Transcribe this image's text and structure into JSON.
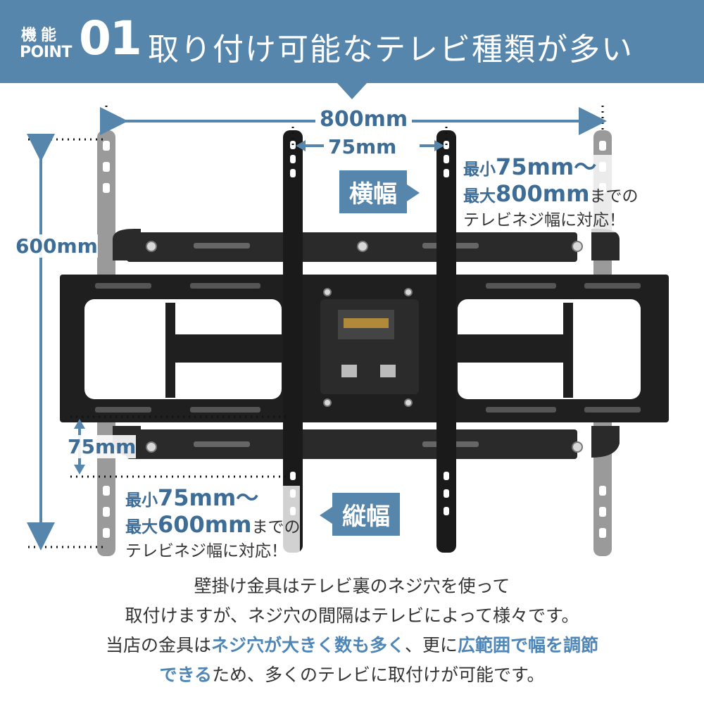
{
  "header": {
    "kinou": "機能",
    "point": "POINT",
    "number": "01",
    "title": "取り付け可能なテレビ種類が多い"
  },
  "dimensions": {
    "width_max": "800mm",
    "width_min": "75mm",
    "height_max": "600mm",
    "height_min": "75mm"
  },
  "horizontal": {
    "tag": "横幅",
    "line1_prefix": "最小",
    "line1_value": "75mm〜",
    "line2_prefix": "最大",
    "line2_value": "800mm",
    "line2_suffix": "までの",
    "line3": "テレビネジ幅に対応！"
  },
  "vertical": {
    "tag": "縦幅",
    "line1_prefix": "最小",
    "line1_value": "75mm〜",
    "line2_prefix": "最大",
    "line2_value": "600mm",
    "line2_suffix": "までの",
    "line3": "テレビネジ幅に対応！"
  },
  "description": {
    "line1": "壁掛け金具はテレビ裏のネジ穴を使って",
    "line2": "取付けますが、ネジ穴の間隔はテレビによって様々です。",
    "line3_a": "当店の金具は",
    "line3_b": "ネジ穴が大きく数も多く",
    "line3_c": "、更に",
    "line3_d": "広範囲で幅を調節",
    "line4_a": "できる",
    "line4_b": "ため、多くのテレビに取付けが可能です。"
  },
  "colors": {
    "accent": "#5786ad",
    "accent_text": "#3d6d96",
    "bracket": "#1c1c1c",
    "arm_grey": "#9a9a9a"
  }
}
